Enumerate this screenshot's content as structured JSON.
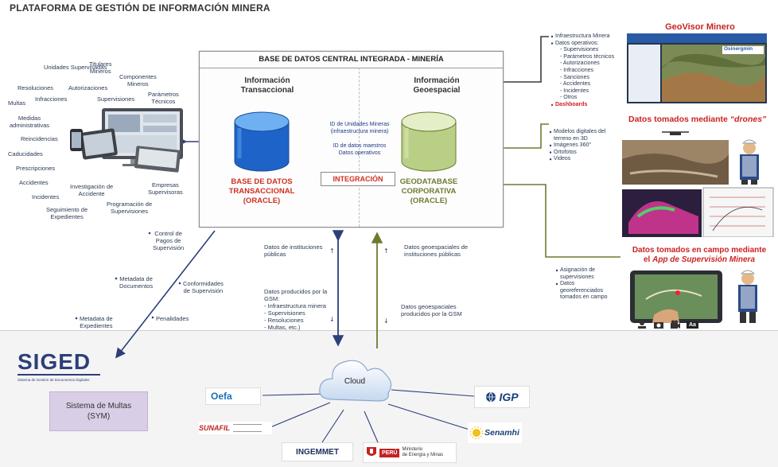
{
  "page_title": "PLATAFORMA DE GESTIÓN DE INFORMACIÓN MINERA",
  "central": {
    "title": "BASE DE DATOS CENTRAL INTEGRADA - MINERÍA",
    "left_title": "Información\nTransaccional",
    "right_title": "Información\nGeoespacial",
    "left_db": "BASE DE DATOS\nTRANSACCIONAL\n(ORACLE)",
    "right_db": "GEODATABASE\nCORPORATIVA\n(ORACLE)",
    "integration": "INTEGRACIÓN",
    "middle_items": [
      "ID de Unidades Mineras\n(infraestructura minera)",
      "ID de datos maestros",
      "Datos operativos"
    ]
  },
  "left_cloud": [
    "Unidades\nSupervisadas",
    "Titulares\nMineros",
    "Componentes\nMineros",
    "Resoluciones",
    "Autorizaciones",
    "Parámetros\nTécnicos",
    "Multas",
    "Infracciones",
    "Supervisiones",
    "Medidas\nadministrativas",
    "Reincidencias",
    "Caducidades",
    "Prescripciones",
    "Accidentes",
    "Incidentes",
    "Investigación de\nAccidente",
    "Empresas\nSupervisoras",
    "Seguimiento de\nExpedientes",
    "Programación de\nSupervisiones"
  ],
  "siged_links": [
    "Control de\nPagos de\nSupervisión",
    "Metadata de\nDocumentos",
    "Conformidades\nde Supervisión",
    "Metadata de\nExpedientes",
    "Penalidades"
  ],
  "flows": {
    "down_left": "Datos de instituciones\npúblicas",
    "down_left2": "Datos producidos por la\nGSM:\n- Infraestructura minera\n- Supervisiones\n- Resoluciones\n- Multas, etc.)",
    "up_right": "Datos geoespaciales de\ninstituciones públicas",
    "up_right2": "Datos geoespaciales\nproducidos por la GSM"
  },
  "geovisor": {
    "title": "GeoVisor Minero",
    "items": [
      "Infraestructura Minera",
      "Datos operativos:",
      "- Supervisiones",
      "- Parámetros técnicos",
      "- Autorizaciones",
      "- Infracciones",
      "- Sanciones",
      "- Accidentes",
      "- Incidentes",
      "- Otros"
    ],
    "dashboards": "Dashboards",
    "brand": "Osinergmin"
  },
  "drones": {
    "title": "Datos tomados mediante ",
    "title_em": "“drones”",
    "items": [
      "Modelos digitales del\nterreno en 3D",
      "Imágenes 360°",
      "Ortofotos",
      "Videos"
    ]
  },
  "app": {
    "title_line1": "Datos tomados en campo mediante",
    "title_line2_pre": "el ",
    "title_line2_em": "App de Supervisión Minera",
    "items": [
      "Asignación de\nsupervisiones",
      "Datos\ngeoreferenciados\ntomados en campo"
    ],
    "tool_labels": [
      "Aa"
    ]
  },
  "bottom": {
    "siged": "SIGED",
    "siged_sub": "Sistema de Gestión de Documentos Digitales",
    "sym": "Sistema de Multas\n(SYM)",
    "cloud": "Cloud",
    "logos": [
      "Oefa",
      "SUNAFIL",
      "INGEMMET",
      "PERÚ",
      "Ministerio\nde Energía y Minas",
      "IGP",
      "Senamhi"
    ]
  },
  "colors": {
    "navy": "#2d3f7a",
    "olive": "#6e7a30",
    "red": "#cc2222"
  }
}
